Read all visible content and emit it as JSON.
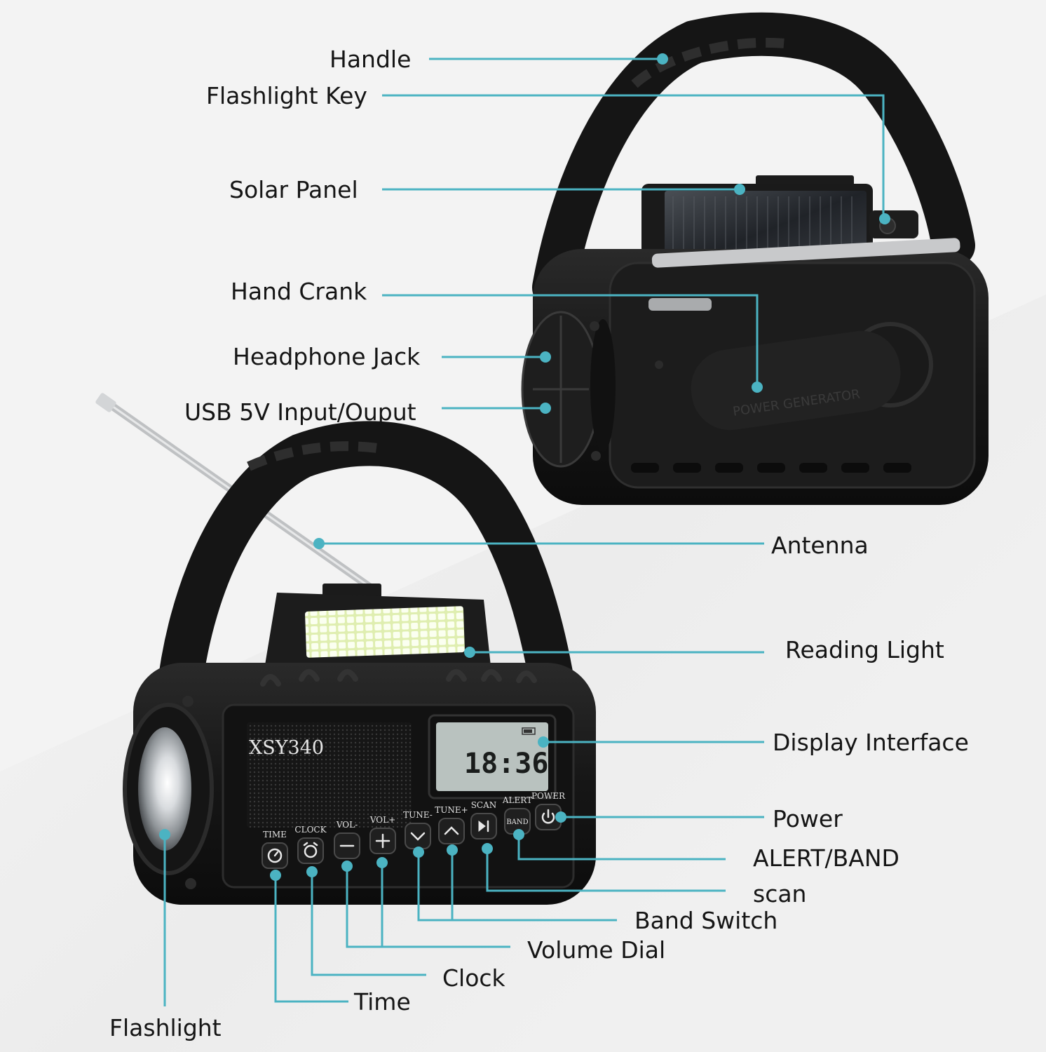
{
  "colors": {
    "leader_line": "#4bb3c2",
    "device_body": "#141414",
    "lcd_background": "#b9c2bf",
    "reading_light": "#eef7c8"
  },
  "device": {
    "model": "XSY340",
    "display_time": "18:36",
    "crank_text": "POWER GENERATOR",
    "buttons": [
      {
        "label": "TIME",
        "icon": "clock-face-icon"
      },
      {
        "label": "CLOCK",
        "icon": "alarm-clock-icon"
      },
      {
        "label": "VOL-",
        "icon": "minus-icon"
      },
      {
        "label": "VOL+",
        "icon": "plus-icon"
      },
      {
        "label": "TUNE-",
        "icon": "chevron-down-icon"
      },
      {
        "label": "TUNE+",
        "icon": "chevron-up-icon"
      },
      {
        "label": "SCAN",
        "icon": "play-pause-icon"
      },
      {
        "label": "ALERT",
        "icon": "band-icon",
        "inner": "BAND"
      },
      {
        "label": "POWER",
        "icon": "power-icon"
      }
    ]
  },
  "callouts": {
    "handle": "Handle",
    "flashlight_key": "Flashlight Key",
    "solar_panel": "Solar Panel",
    "hand_crank": "Hand Crank",
    "headphone_jack": "Headphone Jack",
    "usb": "USB 5V Input/Ouput",
    "antenna": "Antenna",
    "reading_light": "Reading Light",
    "display_interface": "Display Interface",
    "power": "Power",
    "alert_band": "ALERT/BAND",
    "scan": "scan",
    "band_switch": "Band Switch",
    "volume_dial": "Volume Dial",
    "clock": "Clock",
    "time": "Time",
    "flashlight": "Flashlight"
  }
}
